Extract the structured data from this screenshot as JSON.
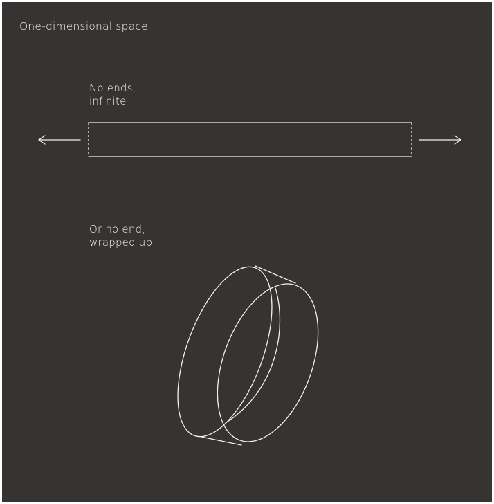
{
  "figure": {
    "title": "One-dimensional space",
    "section_infinite": {
      "line1": "No ends,",
      "line2": "infinite"
    },
    "section_wrapped": {
      "emphasis": "Or",
      "line1_rest": " no end,",
      "line2": "wrapped up"
    }
  },
  "colors": {
    "background": "#373332",
    "stroke": "#f4f1ee",
    "page": "#ffffff"
  },
  "icons": [
    "arrow-left-icon",
    "arrow-right-icon"
  ]
}
